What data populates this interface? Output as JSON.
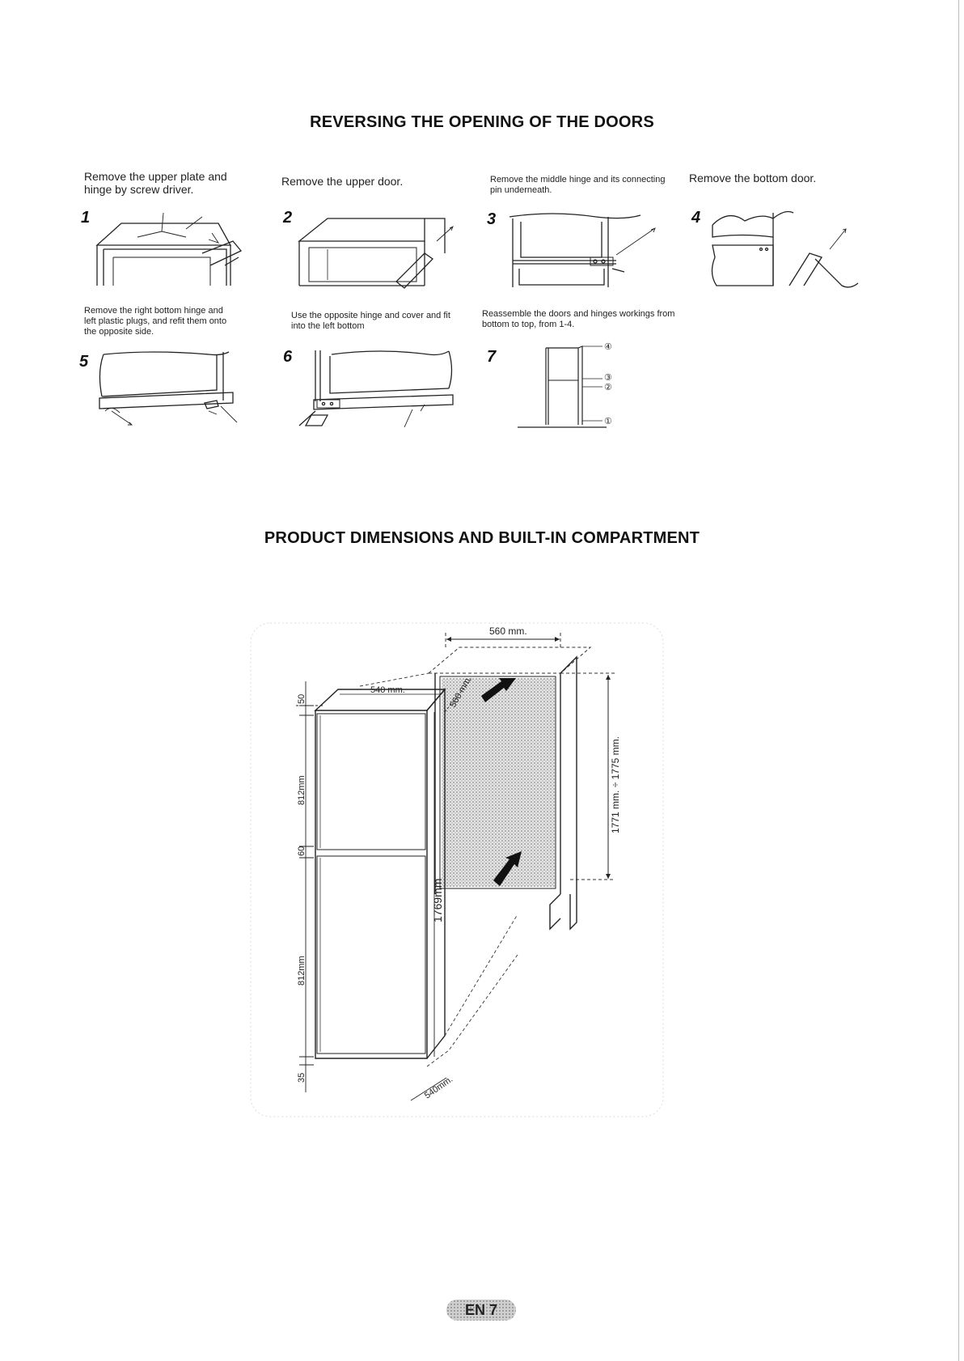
{
  "section1": {
    "title": "REVERSING THE OPENING OF THE DOORS",
    "steps": [
      {
        "number": "1",
        "text": "Remove the upper plate and hinge by screw driver."
      },
      {
        "number": "2",
        "text": "Remove the upper door."
      },
      {
        "number": "3",
        "text": "Remove the middle hinge and its connecting pin underneath."
      },
      {
        "number": "4",
        "text": "Remove the bottom door."
      },
      {
        "number": "5",
        "text": "Remove the right bottom hinge and left plastic plugs, and refit them onto the opposite side."
      },
      {
        "number": "6",
        "text": "Use the opposite hinge and cover and fit into the left bottom"
      },
      {
        "number": "7",
        "text": "Reassemble the doors and hinges workings from bottom to top, from 1-4."
      }
    ],
    "figure7_labels": [
      "④",
      "③",
      "②",
      "①"
    ]
  },
  "section2": {
    "title": "PRODUCT DIMENSIONS AND BUILT-IN COMPARTMENT",
    "dimensions": {
      "width_top": "560 mm.",
      "depth_top": "560 mm.",
      "width_appliance": "540 mm.",
      "height_compartment": "1771 mm. ÷ 1775 mm.",
      "height_appliance": "1769mm",
      "upper_door": "812mm",
      "lower_door": "812mm",
      "top_gap": "50",
      "middle_gap": "60",
      "bottom_gap": "35",
      "depth_appliance": "540mm."
    }
  },
  "footer": {
    "page_badge": "EN 7"
  }
}
